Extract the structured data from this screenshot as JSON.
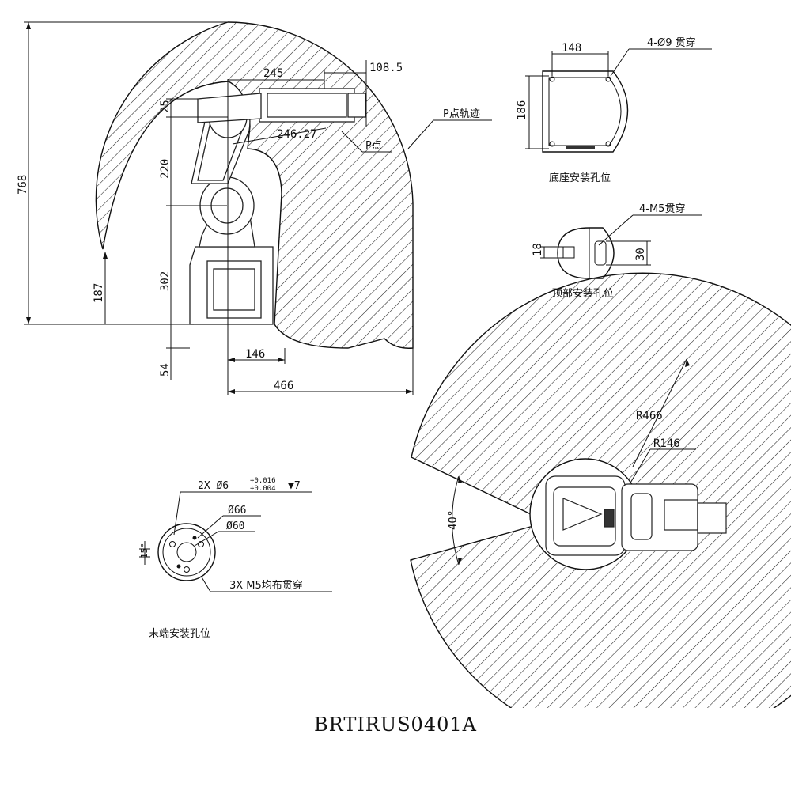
{
  "model_code": "BRTIRUS0401A",
  "side_view": {
    "dim_768": "768",
    "dim_187": "187",
    "dim_302": "302",
    "dim_220": "220",
    "dim_25": "25",
    "dim_54": "54",
    "dim_146": "146",
    "dim_466": "466",
    "dim_245": "245",
    "dim_108_5": "108.5",
    "dim_246_27": "246.27",
    "p_point": "P点",
    "p_track": "P点轨迹"
  },
  "base_view": {
    "dim_148": "148",
    "dim_186": "186",
    "holes": "4-Ø9 贯穿",
    "caption": "底座安装孔位"
  },
  "top_view": {
    "dim_18": "18",
    "dim_30": "30",
    "holes": "4-M5贯穿",
    "caption": "顶部安装孔位"
  },
  "end_view": {
    "pin_prefix": "2X  Ø6",
    "tol_upper": "+0.016",
    "tol_lower": "+0.004",
    "depth": "▼7",
    "dia_66": "Ø66",
    "dia_60": "Ø60",
    "angle_15": "15°",
    "holes": "3X  M5均布贯穿",
    "caption": "末端安装孔位"
  },
  "plan_view": {
    "r_outer": "R466",
    "r_inner": "R146",
    "angle": "40°"
  }
}
